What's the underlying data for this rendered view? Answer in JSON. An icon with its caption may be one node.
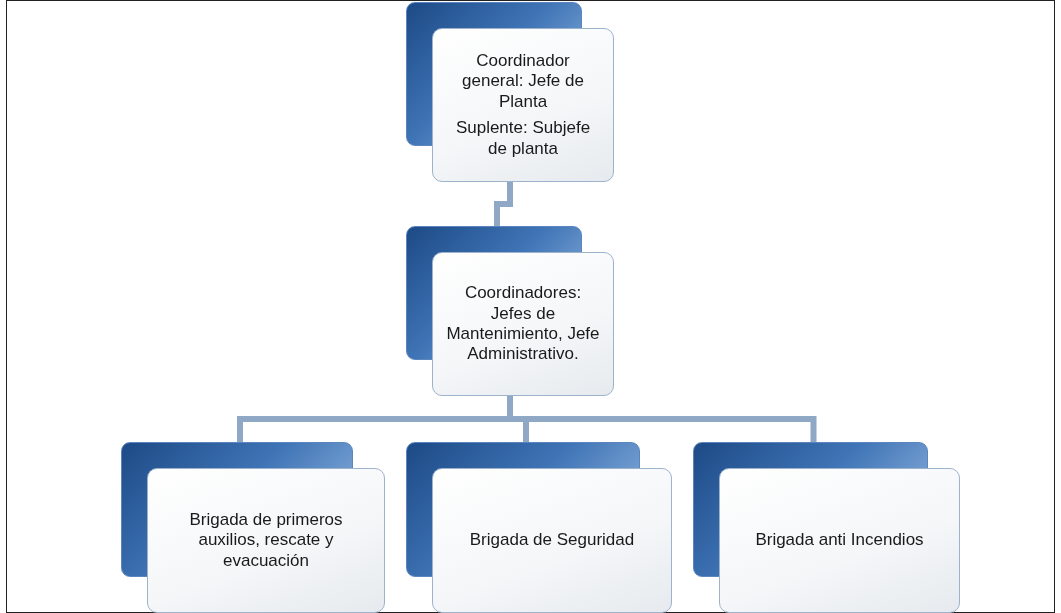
{
  "diagram": {
    "nodes": [
      {
        "text": [
          "Coordinador general: Jefe de Planta",
          "Suplente: Subjefe de planta"
        ]
      },
      {
        "text": [
          "Coordinadores: Jefes de Mantenimiento, Jefe Administrativo."
        ]
      },
      {
        "text": [
          "Brigada de primeros auxilios, rescate y evacuación"
        ]
      },
      {
        "text": [
          "Brigada de Seguridad"
        ]
      },
      {
        "text": [
          "Brigada anti Incendios"
        ]
      }
    ],
    "edges": [
      {
        "from": 0,
        "to": 1,
        "arrow": "none"
      },
      {
        "from": 1,
        "to": 2,
        "arrow": "none"
      },
      {
        "from": 1,
        "to": 3,
        "arrow": "none"
      },
      {
        "from": 1,
        "to": 4,
        "arrow": "none"
      }
    ]
  }
}
